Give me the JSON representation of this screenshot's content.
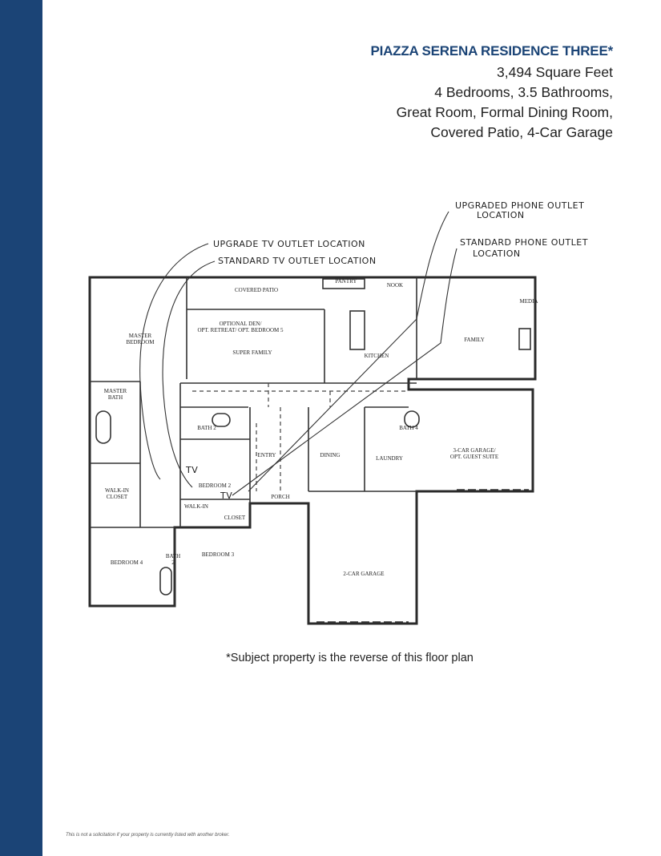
{
  "header": {
    "title": "PIAZZA SERENA RESIDENCE THREE*",
    "lines": [
      "3,494 Square Feet",
      "4 Bedrooms, 3.5 Bathrooms,",
      "Great Room, Formal Dining Room,",
      "Covered Patio, 4-Car Garage"
    ]
  },
  "floor_plan": {
    "annotations": {
      "upgraded_phone": [
        "UPGRADED PHONE OUTLET",
        "LOCATION"
      ],
      "standard_phone": [
        "STANDARD PHONE OUTLET",
        "LOCATION"
      ],
      "upgrade_tv": "UPGRADE TV OUTLET LOCATION",
      "standard_tv": "STANDARD TV OUTLET LOCATION"
    },
    "rooms": {
      "covered_patio": "COVERED PATIO",
      "pantry": "PANTRY",
      "nook": "NOOK",
      "master_bedroom": [
        "MASTER",
        "BEDROOM"
      ],
      "optional_den": [
        "OPTIONAL DEN/",
        "OPT. RETREAT/ OPT. BEDROOM 5"
      ],
      "super_family": "SUPER FAMILY",
      "kitchen": "KITCHEN",
      "family": "FAMILY",
      "media": "MEDIA",
      "master_bath": [
        "MASTER",
        "BATH"
      ],
      "bath2": "BATH 2",
      "bath4": "BATH 4",
      "entry": "ENTRY",
      "dining": "DINING",
      "laundry": "LAUNDRY",
      "garage3": [
        "3-CAR GARAGE/",
        "OPT. GUEST SUITE"
      ],
      "walkin_closet": [
        "WALK-IN",
        "CLOSET"
      ],
      "bedroom2": "BEDROOM 2",
      "walkin_closet_small": [
        "WALK-IN",
        "CLOSET"
      ],
      "porch": "PORCH",
      "bedroom4": "BEDROOM 4",
      "bath_b2": [
        "BATH",
        "2"
      ],
      "bedroom3": "BEDROOM 3",
      "garage2": "2-CAR GARAGE"
    },
    "tv_marks": [
      "TV",
      "TV"
    ]
  },
  "footnote": "*Subject property is the reverse of this floor plan",
  "disclaimer": "This is not a solicitation if your property is currently listed with another broker.",
  "colors": {
    "sidebar": "#1b4476",
    "title": "#1b4476"
  }
}
